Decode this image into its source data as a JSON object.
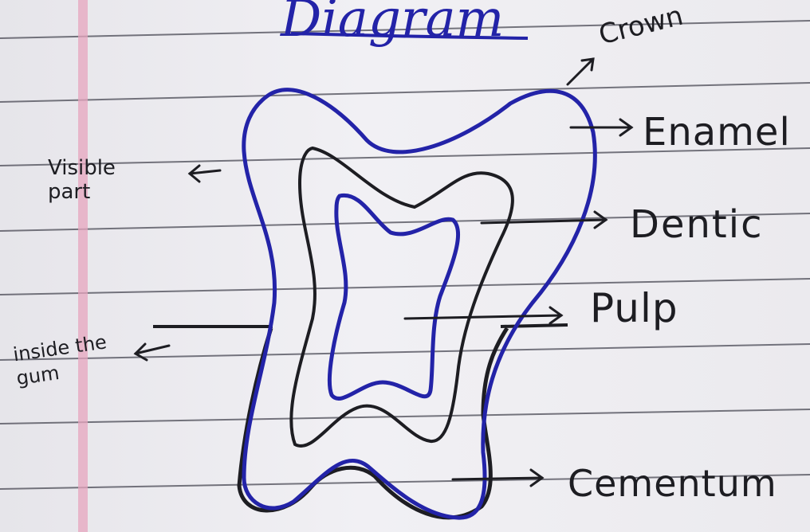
{
  "title": "Diagram",
  "labels": {
    "crown": "Crown",
    "enamel": "Enamel",
    "dentic": "Dentic",
    "pulp": "Pulp",
    "cementum": "Cementum",
    "visible_part": "Visible part",
    "inside_gum": "inside the gum"
  },
  "colors": {
    "paper": "#ecebef",
    "rule_line": "#4a4a55",
    "margin_line": "#e7a6bf",
    "blue_ink": "#2323a8",
    "black_ink": "#1d1d22"
  }
}
